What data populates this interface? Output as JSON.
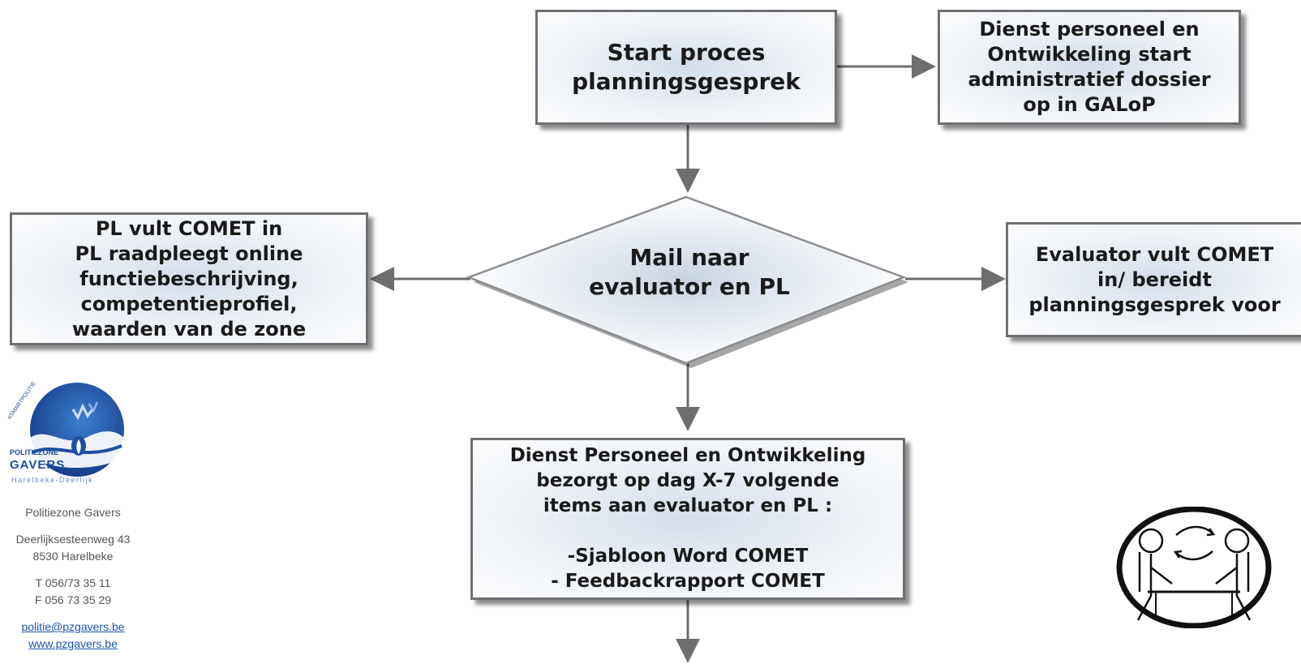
{
  "flowchart": {
    "start": [
      "Start proces",
      "planningsgesprek"
    ],
    "dienst_start": [
      "Dienst personeel en",
      "Ontwikkeling start",
      "administratief dossier",
      "op in GALoP"
    ],
    "mail": [
      "Mail naar",
      "evaluator en PL"
    ],
    "pl": [
      "PL vult COMET in",
      "PL raadpleegt online",
      "functiebeschrijving,",
      "competentieprofiel,",
      "waarden van de zone"
    ],
    "evaluator": [
      "Evaluator vult COMET",
      "in/ bereidt",
      "planningsgesprek voor"
    ],
    "dienst_items": [
      "Dienst Personeel en Ontwikkeling",
      "bezorgt op dag X-7 volgende",
      "items aan evaluator en PL :",
      "",
      "-Sjabloon Word COMET",
      "- Feedbackrapport COMET"
    ]
  },
  "contact": {
    "logo_text": [
      "#SMARTPOLITIE",
      "POLITIEZONE",
      "GAVERS",
      "Harelbeke-Deerlijk"
    ],
    "name": "Politiezone Gavers",
    "street": "Deerlijksesteenweg 43",
    "city": "8530 Harelbeke",
    "phone": "T 056/73 35 11",
    "fax": "F 056 73 35 29",
    "email": "politie@pzgavers.be",
    "website": "www.pzgavers.be"
  },
  "colors": {
    "box_border": "#6e7074",
    "arrow": "#6e6e6e",
    "link": "#1a56b0",
    "logo_blue": "#1e4fa0"
  },
  "icons": {
    "meeting": "two-people-conversation-icon"
  }
}
